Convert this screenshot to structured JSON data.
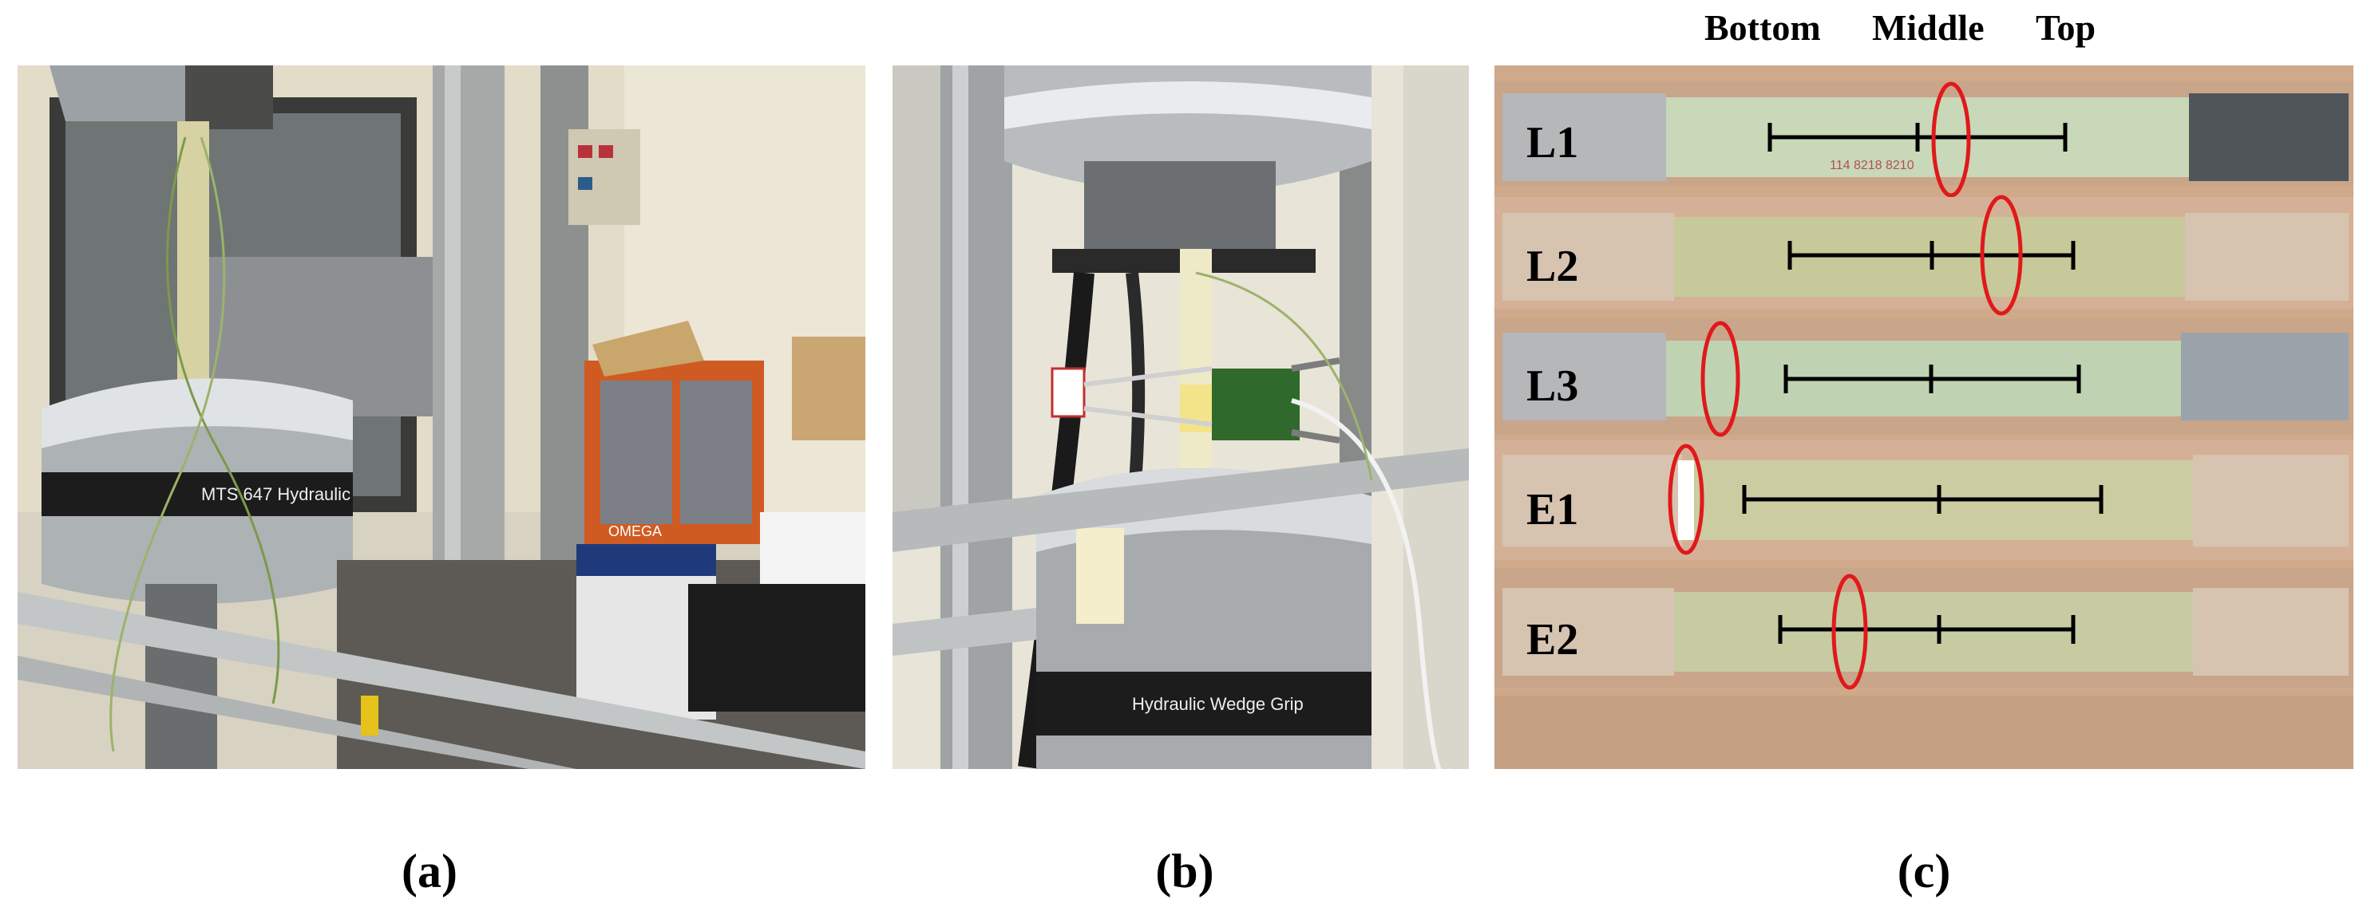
{
  "header": {
    "bottom": "Bottom",
    "middle": "Middle",
    "top": "Top"
  },
  "captions": {
    "a": "(a)",
    "b": "(b)",
    "c": "(c)"
  },
  "specimens": [
    {
      "id": "L1"
    },
    {
      "id": "L2"
    },
    {
      "id": "L3"
    },
    {
      "id": "E1"
    },
    {
      "id": "E2"
    }
  ],
  "photo_text": {
    "grip_band_a": "MTS  647 Hydraulic",
    "grip_band_b": "Hydraulic Wedge Grip",
    "box_label": "OMEGA",
    "strip_marks": "114   8218   8210"
  },
  "colors": {
    "failure_marker": "#e0191c",
    "measure_line": "#000000"
  }
}
